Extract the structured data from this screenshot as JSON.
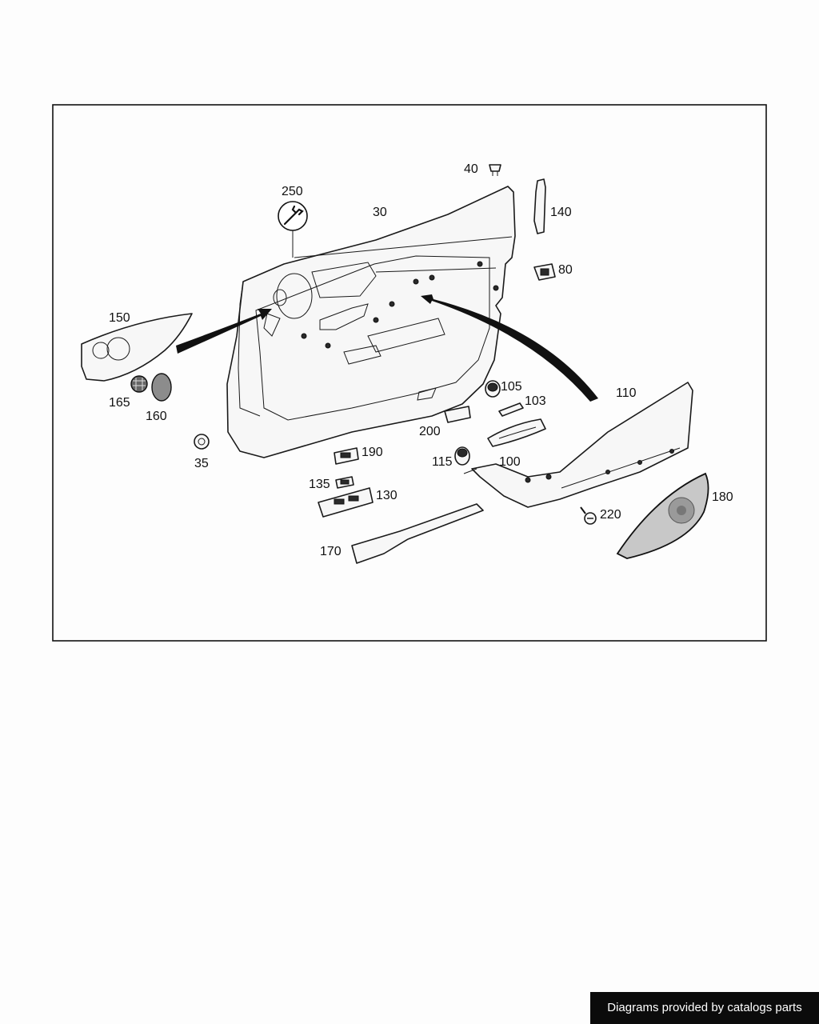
{
  "callouts": {
    "c250": "250",
    "c30": "30",
    "c40": "40",
    "c140": "140",
    "c80": "80",
    "c150": "150",
    "c165": "165",
    "c160": "160",
    "c35": "35",
    "c105": "105",
    "c103": "103",
    "c110": "110",
    "c200": "200",
    "c115": "115",
    "c100": "100",
    "c190": "190",
    "c135": "135",
    "c130": "130",
    "c220": "220",
    "c180": "180",
    "c170": "170"
  },
  "footer": {
    "text": "Diagrams provided by catalogs parts"
  },
  "icons": {
    "service": "wrench-icon"
  }
}
